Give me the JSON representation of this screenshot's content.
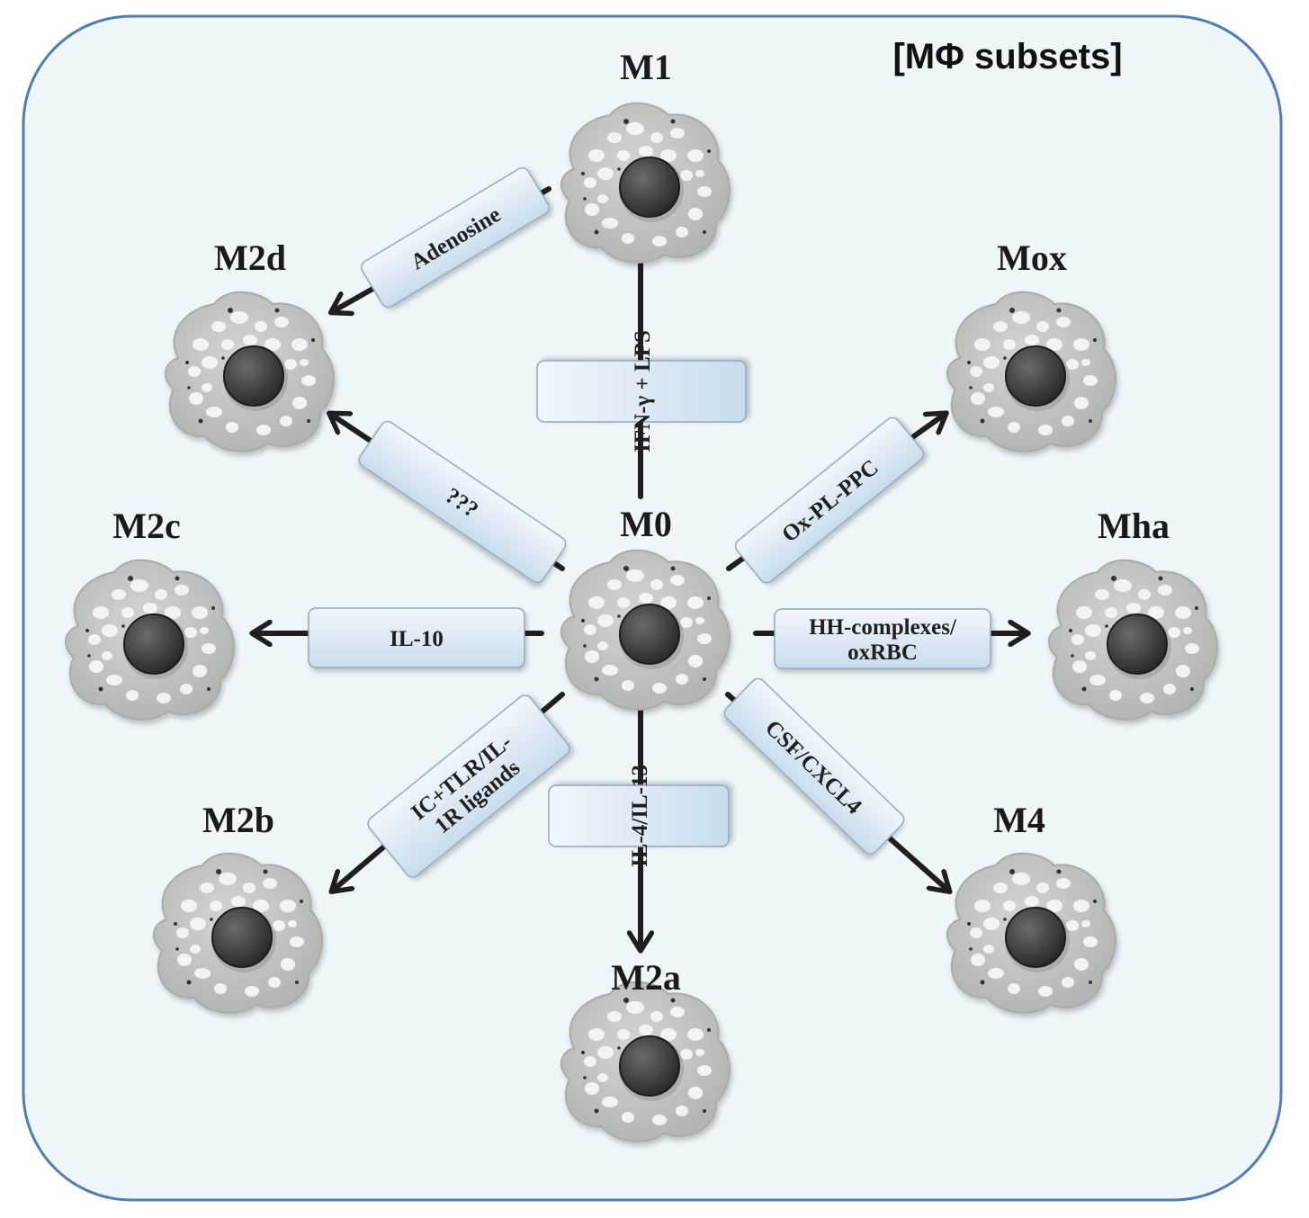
{
  "title": "[MΦ subsets]",
  "center": {
    "label": "M0"
  },
  "subsets": [
    {
      "id": "m1",
      "label": "M1",
      "stimulus": [
        "IFN-γ + LPS"
      ]
    },
    {
      "id": "m2d",
      "label": "M2d",
      "stimulus": [
        "???"
      ]
    },
    {
      "id": "m2c",
      "label": "M2c",
      "stimulus": [
        "IL-10"
      ]
    },
    {
      "id": "m2b",
      "label": "M2b",
      "stimulus": [
        "IC+TLR/IL-",
        "1R ligands"
      ]
    },
    {
      "id": "m2a",
      "label": "M2a",
      "stimulus": [
        "IL-4/IL-13"
      ]
    },
    {
      "id": "m4",
      "label": "M4",
      "stimulus": [
        "CSF/CXCL4"
      ]
    },
    {
      "id": "mha",
      "label": "Mha",
      "stimulus": [
        "HH-complexes/",
        "oxRBC"
      ]
    },
    {
      "id": "mox",
      "label": "Mox",
      "stimulus": [
        "Ox-PL-PPC"
      ]
    }
  ],
  "extra_transition": {
    "from": "M1",
    "to": "M2d",
    "stimulus": [
      "Adenosine"
    ]
  },
  "colors": {
    "background": "#eef6f9",
    "frame": "#4f7db5",
    "box_fill": "#d6e6f3",
    "arrow": "#1f1f1f",
    "cell_body": "#c3c6c3",
    "nucleus": "#3b3b3b"
  }
}
